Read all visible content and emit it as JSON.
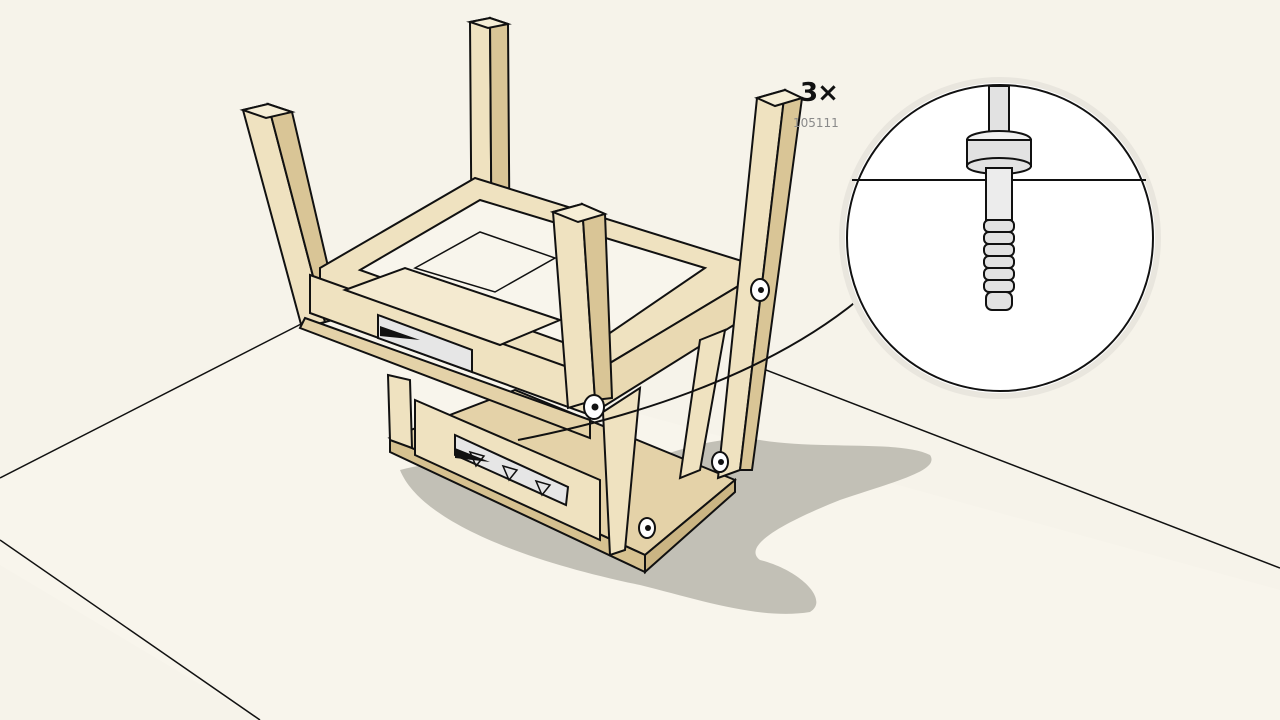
{
  "instruction": {
    "quantity": "3×",
    "part_number": "105111"
  },
  "colors": {
    "background": "#f6f3ea",
    "floor": "#f8f5ec",
    "wood_light": "#efe2c0",
    "wood_top": "#f4ead0",
    "wood_mid": "#e4d2a8",
    "wood_dark": "#d6c190",
    "shadow": "#b7b4ab",
    "outline": "#111111",
    "screw": "#e2e2e2"
  },
  "icons": {
    "detail": "screw-detail-callout",
    "fastener": "screw-head-icon",
    "direction": "arrow-down-triangle"
  }
}
